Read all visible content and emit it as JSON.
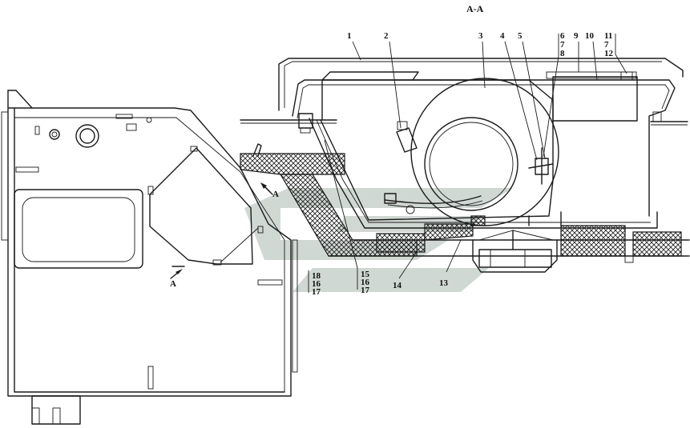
{
  "section_title": "A-A",
  "callouts": {
    "c1": "1",
    "c2": "2",
    "c3": "3",
    "c4": "4",
    "c5": "5",
    "c6": "6",
    "c7a": "7",
    "c8": "8",
    "c9": "9",
    "c10": "10",
    "c11": "11",
    "c7b": "7",
    "c12": "12",
    "c13": "13",
    "c14": "14",
    "c15": "15",
    "c16a": "16",
    "c17a": "17",
    "c18": "18",
    "c16b": "16",
    "c17b": "17"
  },
  "section_marks": {
    "left_a": "A",
    "right_a": "A"
  },
  "colors": {
    "line": "#1a1a1a",
    "watermark": "#a9b8b0"
  }
}
